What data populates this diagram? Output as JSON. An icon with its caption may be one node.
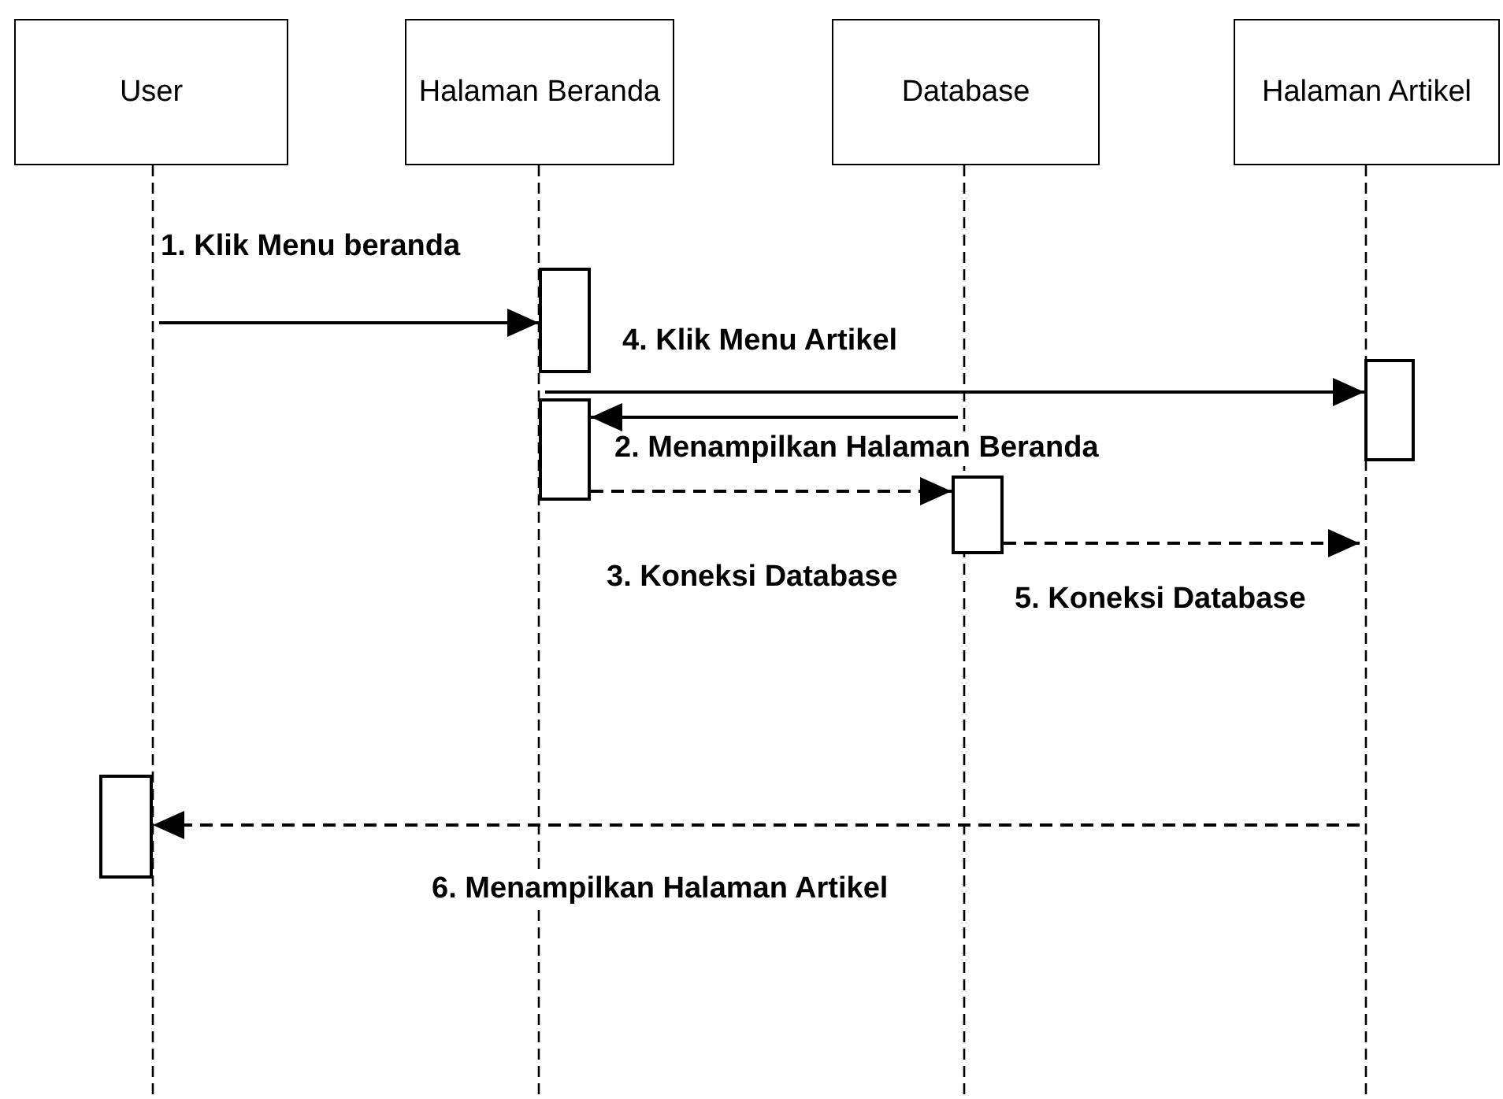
{
  "diagram": {
    "nodes": [
      {
        "text": [
          "User"
        ]
      },
      {
        "text": [
          "Halaman Beranda"
        ]
      },
      {
        "text": [
          "Database"
        ]
      },
      {
        "text": [
          "Halaman Artikel"
        ]
      },
      {
        "text": [],
        "shape": "line"
      },
      {
        "text": [],
        "shape": "line"
      },
      {
        "text": [],
        "shape": "line"
      },
      {
        "text": [],
        "shape": "line"
      },
      {
        "text": [],
        "shape": "box"
      },
      {
        "text": [],
        "shape": "box"
      },
      {
        "text": [],
        "shape": "box"
      },
      {
        "text": [],
        "shape": "box"
      },
      {
        "text": [],
        "shape": "box"
      }
    ],
    "edges": [
      {
        "from": 4,
        "to": 9,
        "arrow": "to",
        "label": "1. Klik Menu beranda"
      },
      {
        "from": 5,
        "to": 12,
        "arrow": "to",
        "label": "4. Klik Menu Artikel"
      },
      {
        "from": 6,
        "to": 10,
        "arrow": "to",
        "label": "2. Menampilkan Halaman Beranda"
      },
      {
        "from": 10,
        "to": 11,
        "arrow": "to",
        "label": "3. Koneksi Database",
        "style": "dashed"
      },
      {
        "from": 11,
        "to": 7,
        "arrow": "to",
        "label": "5. Koneksi Database",
        "style": "dashed"
      },
      {
        "from": 7,
        "to": 8,
        "arrow": "to",
        "label": "6. Menampilkan Halaman Artikel",
        "style": "dashed"
      }
    ]
  }
}
